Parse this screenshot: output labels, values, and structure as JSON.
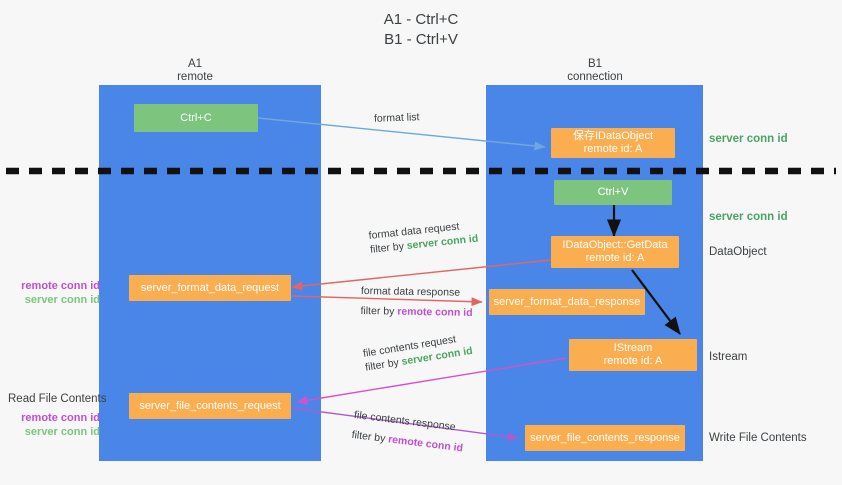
{
  "title": {
    "line1": "A1 - Ctrl+C",
    "line2": "B1 - Ctrl+V"
  },
  "columns": [
    {
      "name": "A1",
      "sub": "remote"
    },
    {
      "name": "B1",
      "sub": "connection"
    }
  ],
  "nodes": {
    "ctrl_c": "Ctrl+C",
    "ctrl_v": "Ctrl+V",
    "save_dataobject_l1": "保存IDataObject",
    "save_dataobject_l2": "remote id: A",
    "getdata_l1": "IDataObject::GetData",
    "getdata_l2": "remote id: A",
    "istream_l1": "IStream",
    "istream_l2": "remote id: A",
    "server_format_data_request": "server_format_data_request",
    "server_format_data_response": "server_format_data_response",
    "server_file_contents_request": "server_file_contents_request",
    "server_file_contents_response": "server_file_contents_response"
  },
  "edges": {
    "format_list": "format list",
    "format_data_request": "format data request",
    "format_data_request_filter_pre": "filter by ",
    "format_data_request_filter_key": "server conn id",
    "format_data_response": "format data response",
    "format_data_response_filter_pre": "filter by ",
    "format_data_response_filter_key": "remote conn id",
    "file_contents_request": "file contents request",
    "file_contents_request_filter_pre": "filter by ",
    "file_contents_request_filter_key": "server conn id",
    "file_contents_response": "file contents response",
    "file_contents_response_filter_pre": "filter by ",
    "file_contents_response_filter_key": "remote conn id"
  },
  "side_labels": {
    "server_conn_id_top": "server conn id",
    "server_conn_id_mid": "server conn id",
    "dataobject": "DataObject",
    "istream": "Istream",
    "write_file_contents": "Write File Contents",
    "read_file_contents": "Read File Contents"
  },
  "conn_legend": {
    "remote": "remote conn id",
    "server": "server conn id"
  },
  "colors": {
    "lane": "#4a86e8",
    "green_node": "#7dc57f",
    "orange_node": "#fbae50",
    "background": "#f7f7f7",
    "arrow_blue": "#6fa8dc",
    "arrow_red": "#e06666",
    "arrow_magenta": "#d452c9",
    "arrow_purple": "#9b59b6",
    "arrow_black": "#111111",
    "remote_conn_text": "#c050d0",
    "server_conn_text": "#4aa564"
  }
}
